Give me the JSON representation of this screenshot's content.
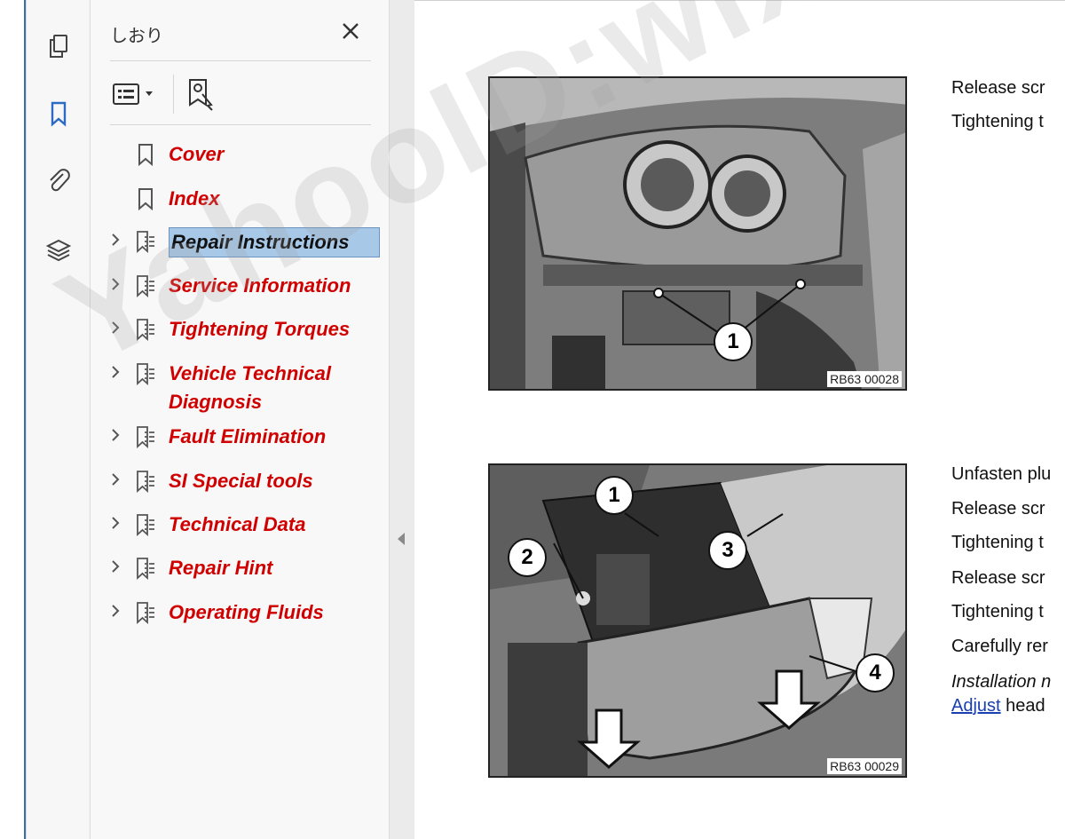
{
  "panel": {
    "title": "しおり",
    "close_glyph": "✕"
  },
  "rail_icons": [
    "pages-icon",
    "bookmark-icon",
    "attachment-icon",
    "layers-icon"
  ],
  "bookmarks": [
    {
      "label": "Cover",
      "expandable": false
    },
    {
      "label": "Index",
      "expandable": false
    },
    {
      "label": "Repair Instructions",
      "expandable": true,
      "selected": true
    },
    {
      "label": "Service Information",
      "expandable": true
    },
    {
      "label": "Tightening Torques",
      "expandable": true
    },
    {
      "label": "Vehicle Technical Diagnosis",
      "expandable": true
    },
    {
      "label": "Fault Elimination",
      "expandable": true
    },
    {
      "label": "SI Special tools",
      "expandable": true
    },
    {
      "label": "Technical Data",
      "expandable": true
    },
    {
      "label": "Repair Hint",
      "expandable": true
    },
    {
      "label": "Operating Fluids",
      "expandable": true
    }
  ],
  "figures": [
    {
      "code": "RB63 00028",
      "callouts": [
        "1"
      ]
    },
    {
      "code": "RB63 00029",
      "callouts": [
        "1",
        "2",
        "3",
        "4"
      ]
    }
  ],
  "doc_text": {
    "block1": [
      "Release scr",
      "Tightening t"
    ],
    "block2": [
      "Unfasten plu",
      "Release scr",
      "Tightening t",
      "Release scr",
      "Tightening t",
      "Carefully rer"
    ],
    "installation_note": "Installation n",
    "adjust_link": "Adjust",
    "adjust_rest": " head"
  },
  "watermark": "YahooID:wlxwz",
  "colors": {
    "bookmark_text": "#d10000",
    "selected_bg": "#a8c8e8",
    "rail_active": "#2b6bc4"
  }
}
